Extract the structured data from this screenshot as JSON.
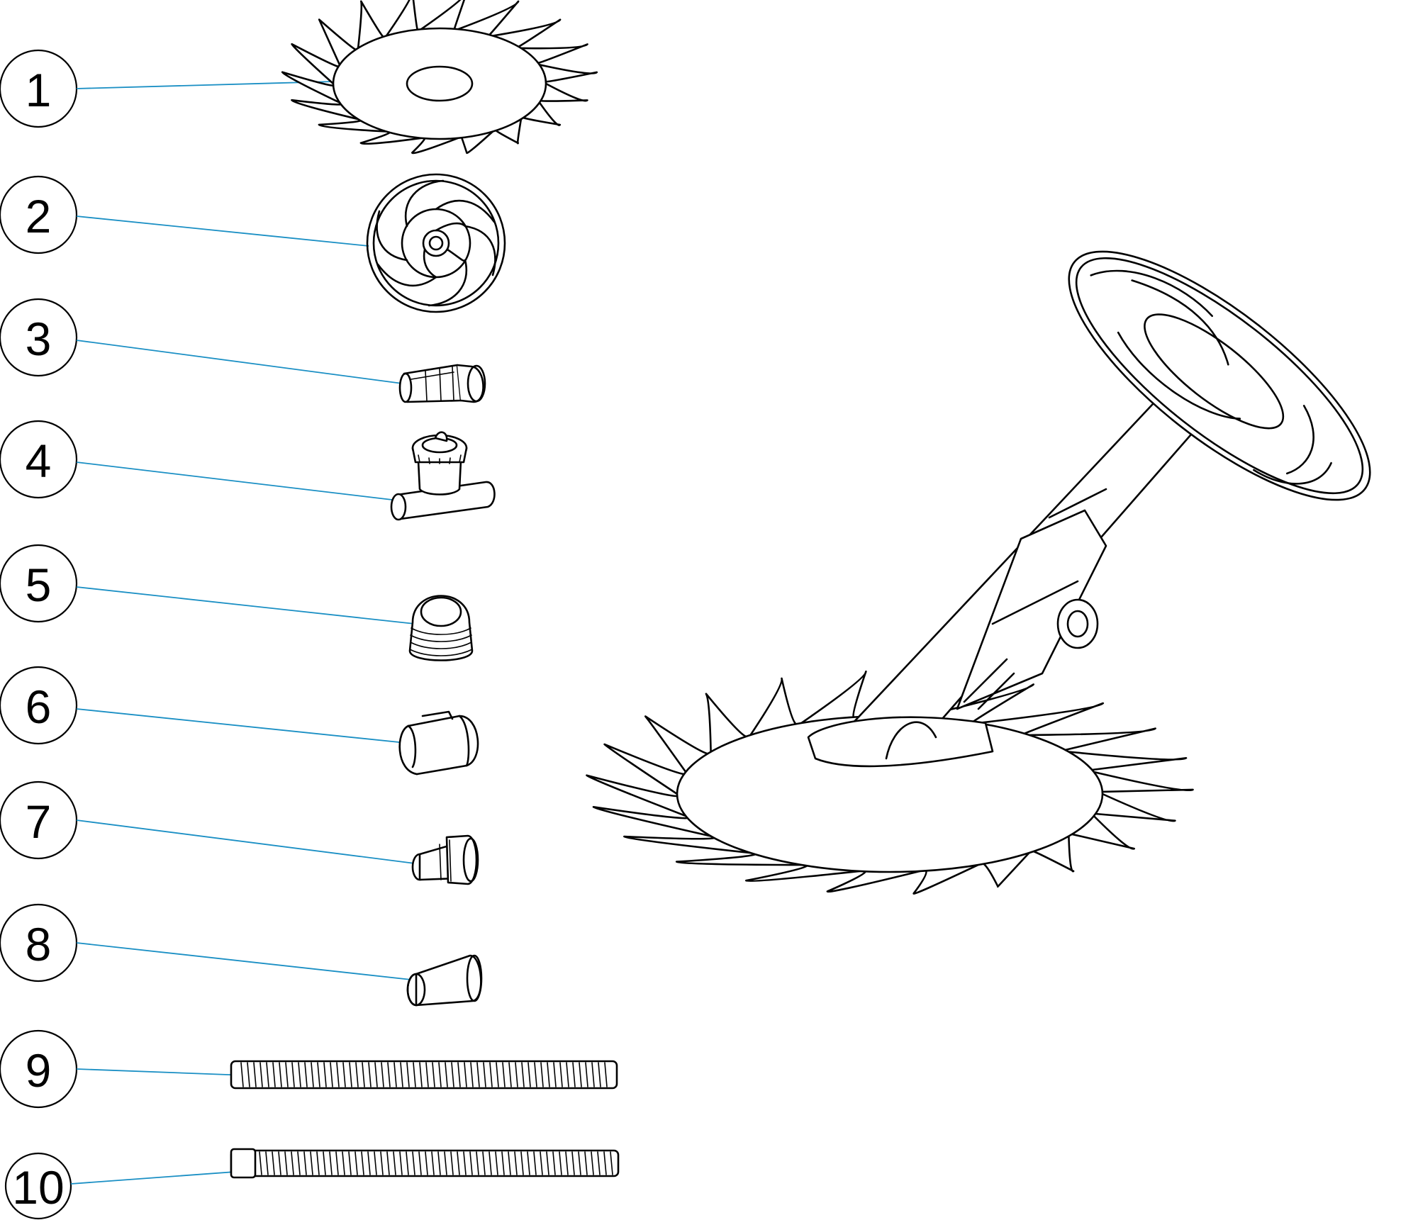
{
  "parts": [
    {
      "number": "1",
      "icon": "turbine-disc-icon"
    },
    {
      "number": "2",
      "icon": "bumper-wheel-icon"
    },
    {
      "number": "3",
      "icon": "elbow-connector-icon"
    },
    {
      "number": "4",
      "icon": "regulator-valve-icon"
    },
    {
      "number": "5",
      "icon": "plug-cap-icon"
    },
    {
      "number": "6",
      "icon": "hose-clip-icon"
    },
    {
      "number": "7",
      "icon": "adapter-fitting-icon"
    },
    {
      "number": "8",
      "icon": "cone-adapter-icon"
    },
    {
      "number": "9",
      "icon": "hose-section-icon"
    },
    {
      "number": "10",
      "icon": "hose-with-cuff-icon"
    }
  ],
  "assembly": {
    "icon": "pool-cleaner-assembly-icon"
  },
  "colors": {
    "leader_line": "#1a8fc4",
    "line_art": "#000000",
    "background": "#ffffff"
  }
}
